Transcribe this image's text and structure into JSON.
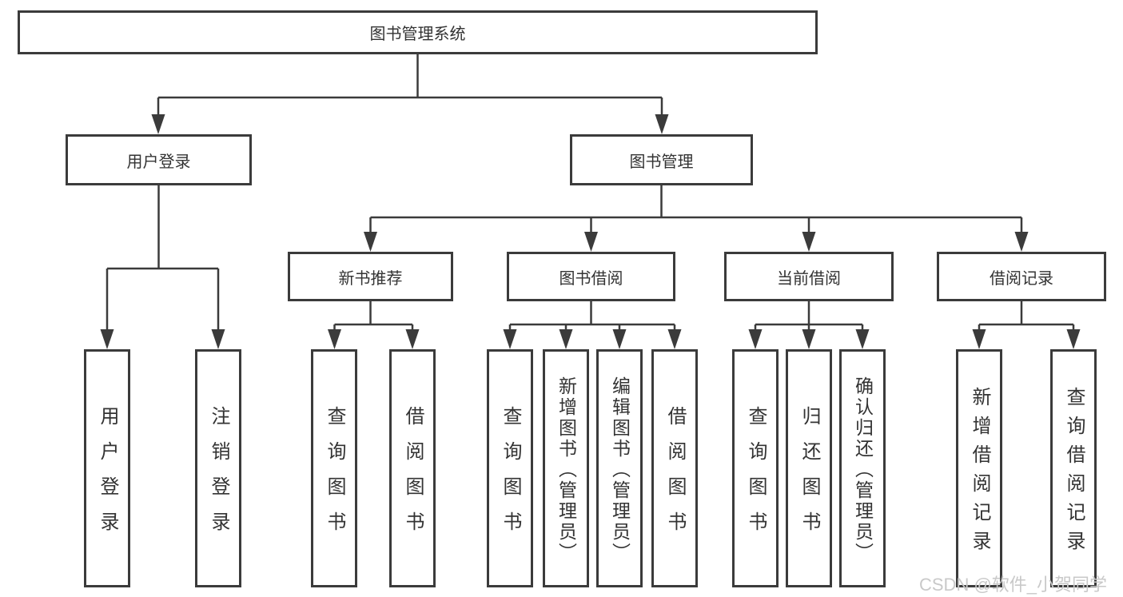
{
  "tree": {
    "root": "图书管理系统",
    "level2": [
      "用户登录",
      "图书管理"
    ],
    "level3": [
      "新书推荐",
      "图书借阅",
      "当前借阅",
      "借阅记录"
    ],
    "leaves": [
      "用户登录",
      "注销登录",
      "查询图书",
      "借阅图书",
      "查询图书",
      "新增图书（管理员）",
      "编辑图书（管理员）",
      "借阅图书",
      "查询图书",
      "归还图书",
      "确认归还（管理员）",
      "新增借阅记录",
      "查询借阅记录"
    ]
  },
  "watermark": "CSDN @软件_小贺同学",
  "colors": {
    "line": "#3b3b3b",
    "text": "#333333",
    "watermark": "#c9c9c9",
    "background": "#ffffff"
  }
}
